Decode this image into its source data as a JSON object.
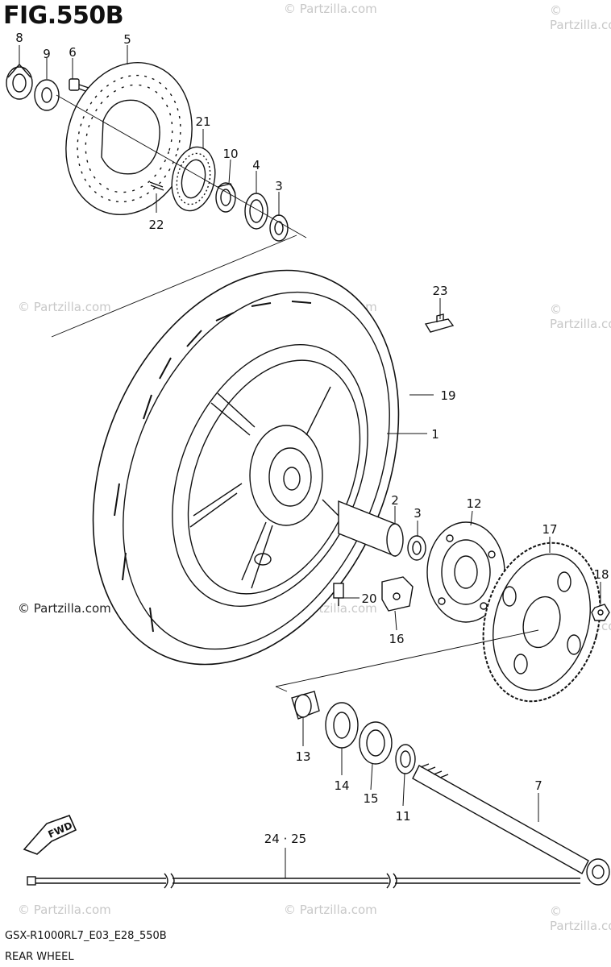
{
  "figure": {
    "title": "FIG.550B",
    "model_code": "GSX-R1000RL7_E03_E28_550B",
    "footer_title": "REAR WHEEL"
  },
  "watermark": "© Partzilla.com",
  "direction_arrow": "FWD",
  "parts": [
    {
      "id": "p8",
      "number": "8"
    },
    {
      "id": "p9",
      "number": "9"
    },
    {
      "id": "p6",
      "number": "6"
    },
    {
      "id": "p5",
      "number": "5"
    },
    {
      "id": "p21",
      "number": "21"
    },
    {
      "id": "p10",
      "number": "10"
    },
    {
      "id": "p4",
      "number": "4"
    },
    {
      "id": "p3a",
      "number": "3"
    },
    {
      "id": "p22",
      "number": "22"
    },
    {
      "id": "p23",
      "number": "23"
    },
    {
      "id": "p19",
      "number": "19"
    },
    {
      "id": "p1",
      "number": "1"
    },
    {
      "id": "p2",
      "number": "2"
    },
    {
      "id": "p3b",
      "number": "3"
    },
    {
      "id": "p12",
      "number": "12"
    },
    {
      "id": "p17",
      "number": "17"
    },
    {
      "id": "p18",
      "number": "18"
    },
    {
      "id": "p20",
      "number": "20"
    },
    {
      "id": "p16",
      "number": "16"
    },
    {
      "id": "p13",
      "number": "13"
    },
    {
      "id": "p14",
      "number": "14"
    },
    {
      "id": "p15",
      "number": "15"
    },
    {
      "id": "p11",
      "number": "11"
    },
    {
      "id": "p7",
      "number": "7"
    },
    {
      "id": "p24",
      "number": "24 · 25"
    }
  ]
}
